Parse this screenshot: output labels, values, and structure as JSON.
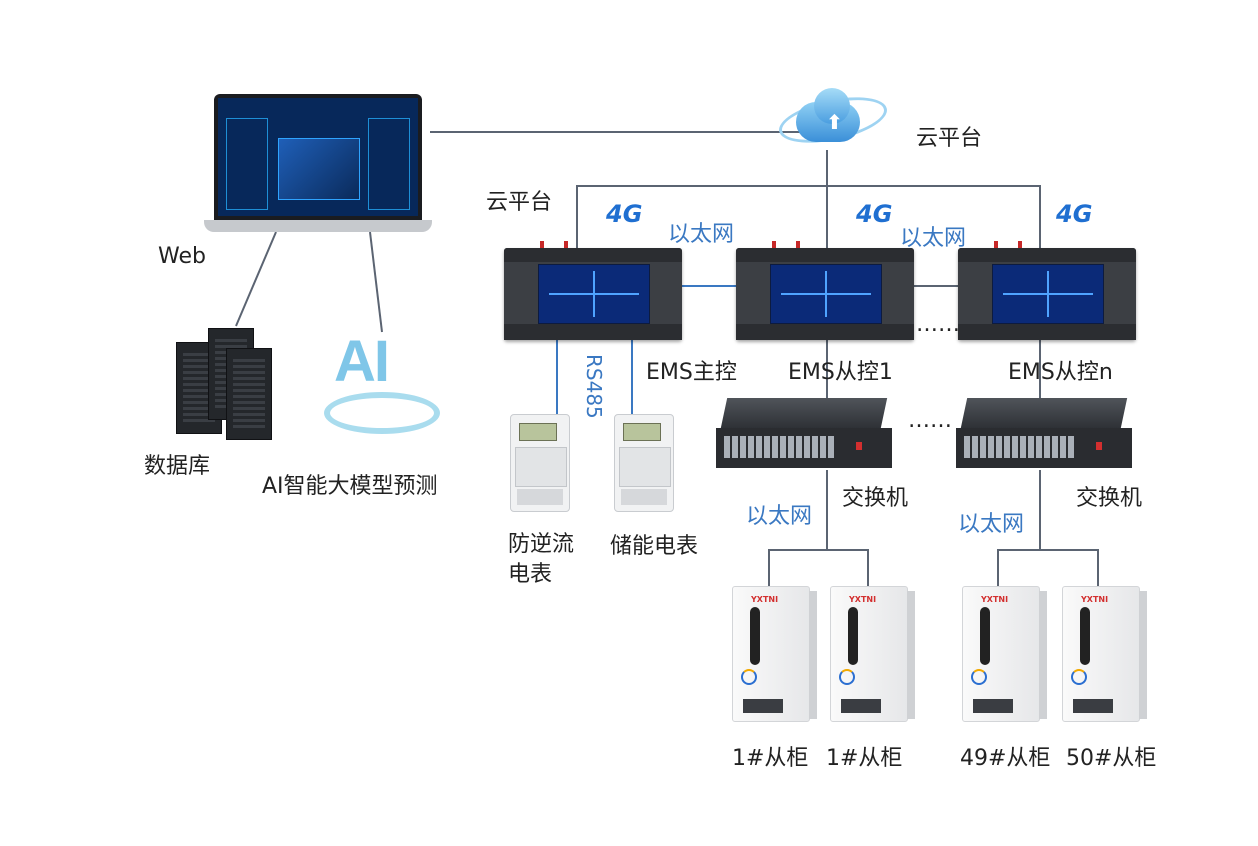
{
  "labels": {
    "cloud_platform": "云平台",
    "cloud_platform_left": "云平台",
    "web": "Web",
    "database": "数据库",
    "ai_prediction": "AI智能大模型预测",
    "ems_master": "EMS主控",
    "ems_slave_1": "EMS从控1",
    "ems_slave_n": "EMS从控n",
    "rs485": "RS485",
    "ethernet_1": "以太网",
    "ethernet_2": "以太网",
    "ethernet_3": "以太网",
    "ethernet_4": "以太网",
    "fourg": "4G",
    "switch_1": "交换机",
    "switch_2": "交换机",
    "anti_backflow_meter_l1": "防逆流",
    "anti_backflow_meter_l2": "电表",
    "storage_meter": "储能电表",
    "cabinet_1": "1#从柜",
    "cabinet_2": "1#从柜",
    "cabinet_49": "49#从柜",
    "cabinet_50": "50#从柜",
    "ellipsis": "……",
    "ai_text": "AI",
    "brand": "YXTNI"
  },
  "colors": {
    "wire": "#5b6472",
    "blue_label": "#3a78c2",
    "fourg": "#1f6fd1"
  }
}
